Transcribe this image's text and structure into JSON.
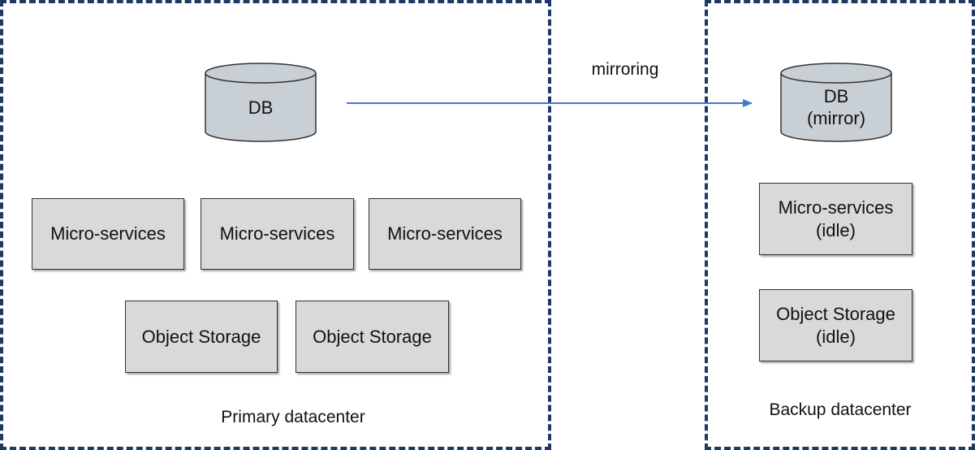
{
  "primary": {
    "label": "Primary datacenter",
    "db": {
      "label": "DB"
    },
    "microservices": [
      "Micro-services",
      "Micro-services",
      "Micro-services"
    ],
    "object_storage": [
      "Object Storage",
      "Object Storage"
    ]
  },
  "backup": {
    "label": "Backup datacenter",
    "db": {
      "line1": "DB",
      "line2": "(mirror)"
    },
    "microservices": {
      "line1": "Micro-services",
      "line2": "(idle)"
    },
    "object_storage": {
      "line1": "Object Storage",
      "line2": "(idle)"
    }
  },
  "mirroring": {
    "label": "mirroring"
  },
  "colors": {
    "border": "#1f3864",
    "box_fill": "#d9d9d9",
    "db_fill": "#c8d0d6",
    "arrow": "#3a7bd5"
  }
}
